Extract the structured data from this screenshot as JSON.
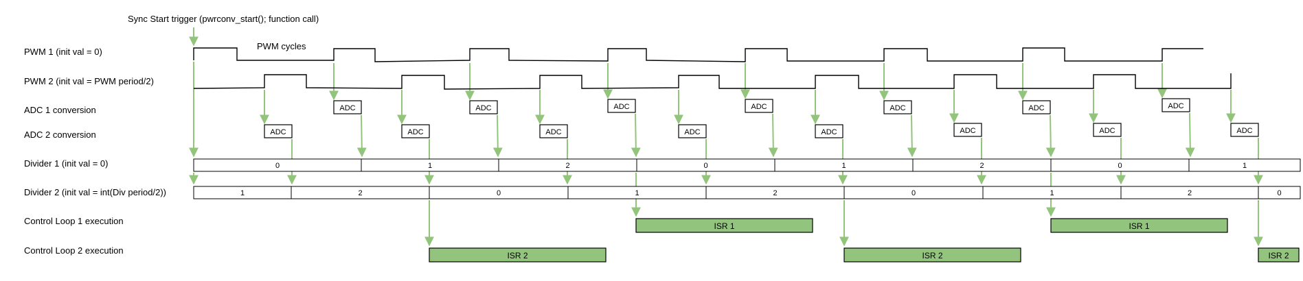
{
  "trigger_label": "Sync Start trigger (pwrconv_start(); function call)",
  "pwm_cycles_label": "PWM cycles",
  "rows": {
    "pwm1": "PWM 1 (init val = 0)",
    "pwm2": "PWM 2 (init val = PWM period/2)",
    "adc1": "ADC 1 conversion",
    "adc2": "ADC 2 conversion",
    "div1": "Divider 1 (init val = 0)",
    "div2": "Divider 2 (init val = int(Div period/2))",
    "loop1": "Control Loop 1 execution",
    "loop2": "Control Loop 2 execution"
  },
  "adc_label": "ADC",
  "divider1_values": [
    "0",
    "1",
    "2",
    "0",
    "1",
    "2",
    "0",
    "1"
  ],
  "divider2_values": [
    "1",
    "2",
    "0",
    "1",
    "2",
    "0",
    "1",
    "2",
    "0"
  ],
  "isr1_label": "ISR 1",
  "isr2_label": "ISR 2",
  "colors": {
    "arrow": "#92c47c",
    "isr_fill": "#93c47d",
    "line": "#000000",
    "box_border": "#000000"
  }
}
